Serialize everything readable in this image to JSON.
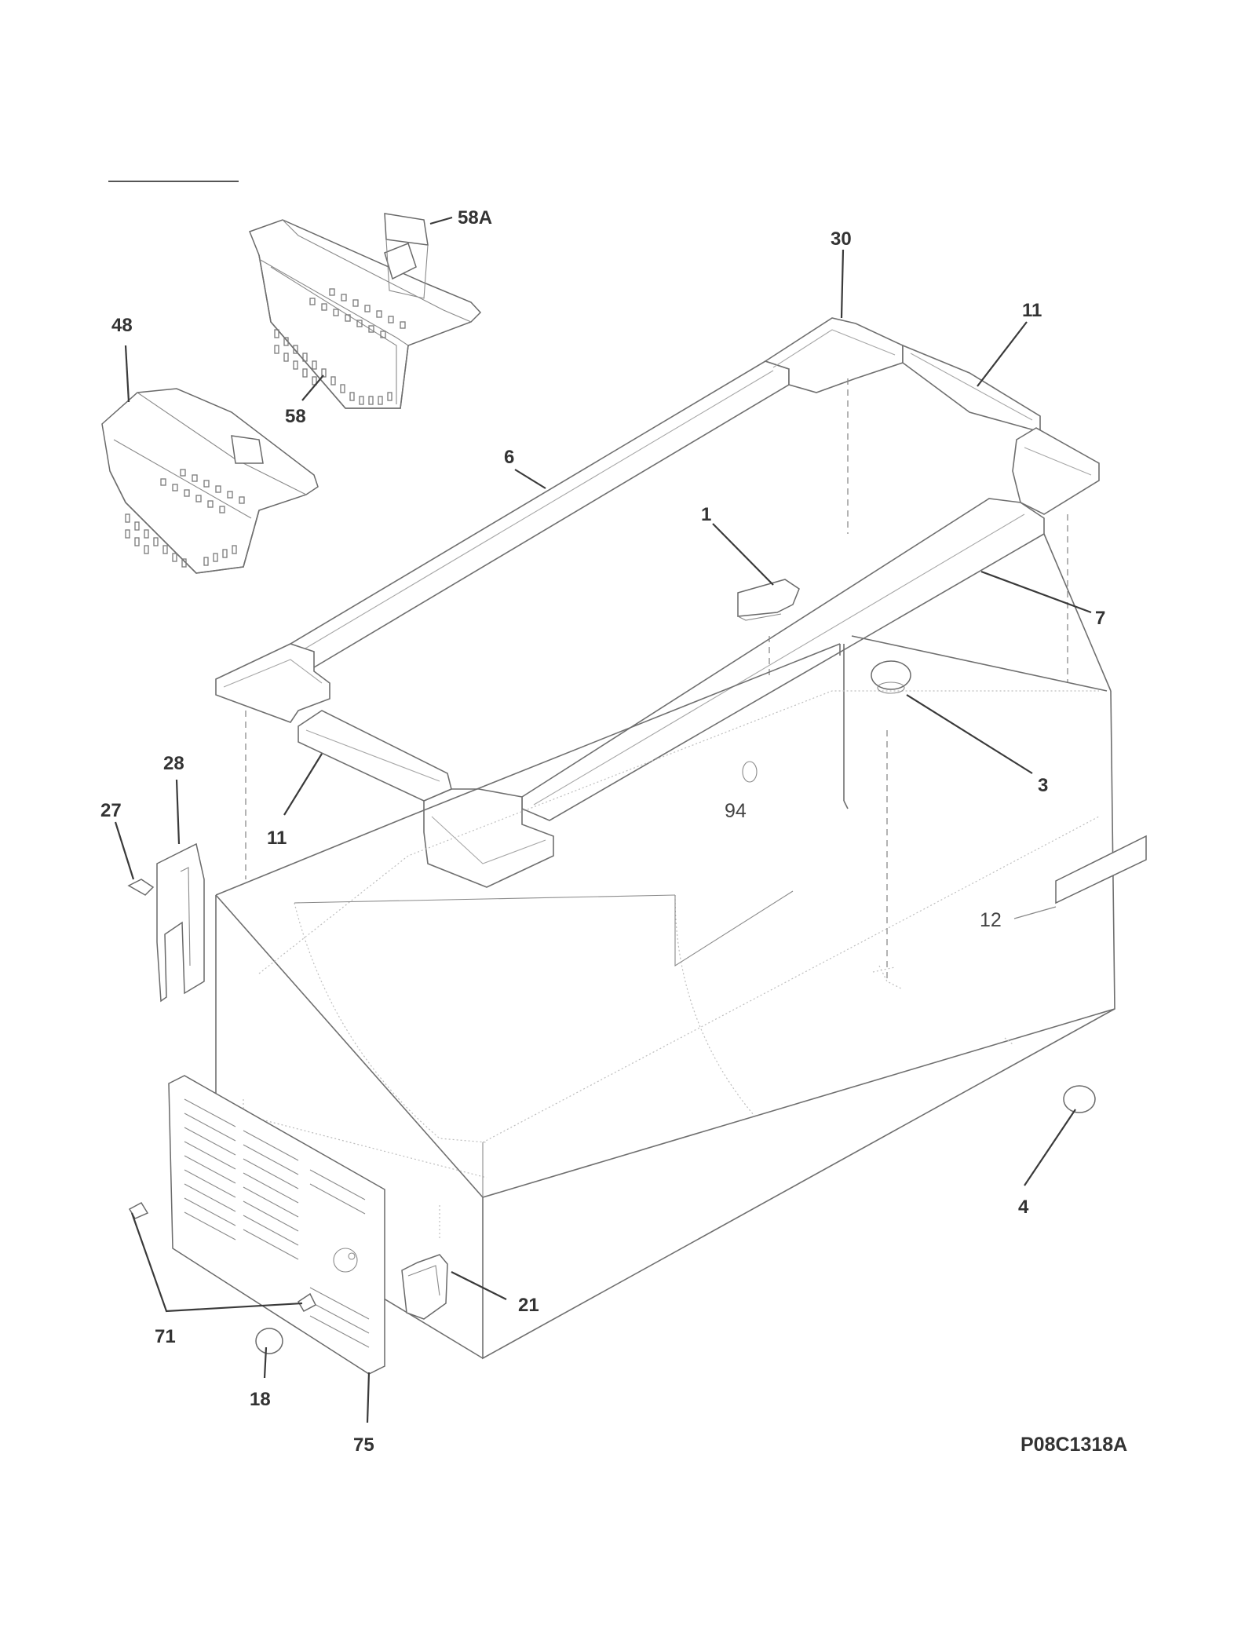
{
  "drawing_number": "P08C1318A",
  "callouts": {
    "c58A": "58A",
    "c48": "48",
    "c58": "58",
    "c30": "30",
    "c11_top": "11",
    "c6": "6",
    "c1": "1",
    "c7": "7",
    "c3": "3",
    "c28": "28",
    "c27": "27",
    "c11_bottom": "11",
    "c94": "94",
    "c12": "12",
    "c4": "4",
    "c21": "21",
    "c71": "71",
    "c18": "18",
    "c75": "75"
  }
}
